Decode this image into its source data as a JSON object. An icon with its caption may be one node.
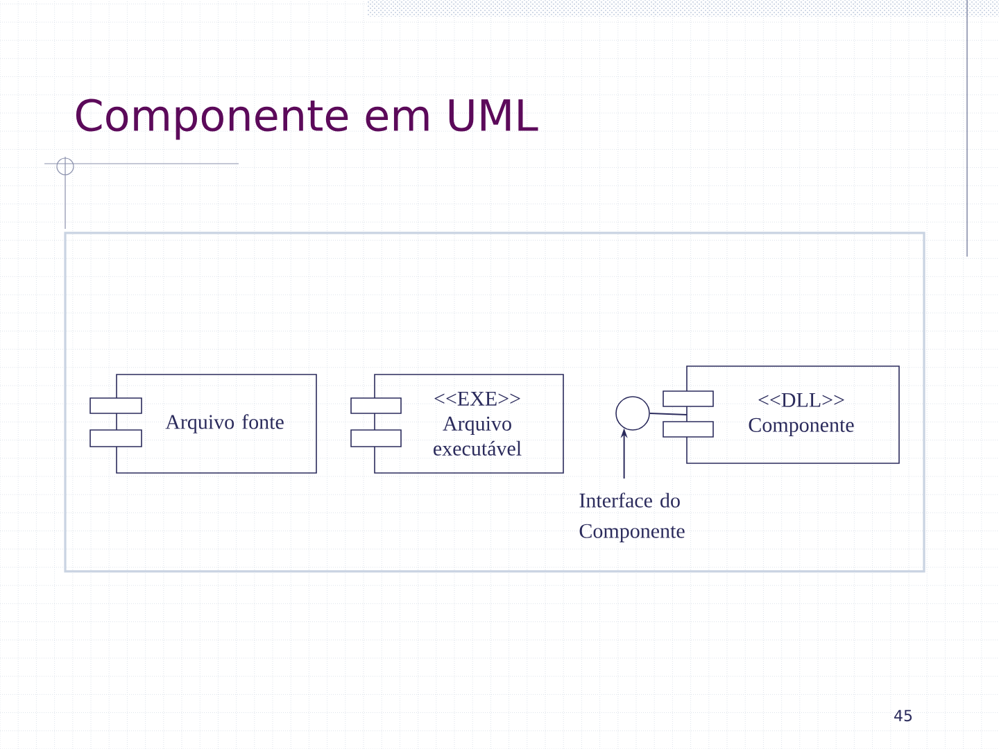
{
  "diagram": {
    "title": "Componente em UML",
    "nodes": [
      {
        "text": [
          "Arquivo fonte"
        ]
      },
      {
        "text": [
          "<<EXE>>",
          "Arquivo executável"
        ]
      },
      {
        "text": [],
        "shape": "circle"
      },
      {
        "text": [
          "<<DLL>>",
          "Componente"
        ]
      },
      {
        "text": [
          "Interface do Componente"
        ]
      }
    ],
    "edges": [
      {
        "from": 2,
        "to": 3,
        "arrow": "none"
      },
      {
        "from": 4,
        "to": 2,
        "arrow": "to"
      }
    ],
    "labels": [
      "45"
    ]
  }
}
